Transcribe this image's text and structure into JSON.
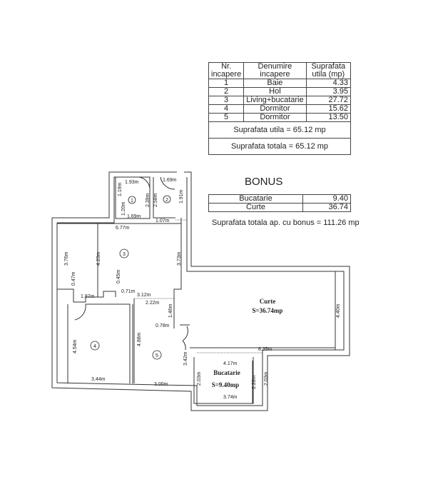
{
  "table": {
    "headers": [
      "Nr. incapere",
      "Denumire incapere",
      "Suprafata utila (mp)"
    ],
    "rows": [
      {
        "nr": "1",
        "name": "Baie",
        "area": "4.33"
      },
      {
        "nr": "2",
        "name": "Hol",
        "area": "3.95"
      },
      {
        "nr": "3",
        "name": "Living+bucatarie",
        "area": "27.72"
      },
      {
        "nr": "4",
        "name": "Dormitor",
        "area": "15.62"
      },
      {
        "nr": "5",
        "name": "Dormitor",
        "area": "13.50"
      }
    ],
    "useful_total": "Suprafata utila = 65.12 mp",
    "total": "Suprafata totala = 65.12 mp"
  },
  "bonus": {
    "title": "BONUS",
    "rows": [
      {
        "name": "Bucatarie",
        "area": "9.40"
      },
      {
        "name": "Curte",
        "area": "36.74"
      }
    ],
    "total": "Suprafata totala ap. cu bonus = 111.26 mp"
  },
  "plan": {
    "rooms": {
      "r1": "1",
      "r2": "2",
      "r3": "3",
      "r4": "4",
      "r5": "5"
    },
    "curte": {
      "name": "Curte",
      "area": "S=36.74mp"
    },
    "bucatarie": {
      "name": "Bucatarie",
      "area": "S=9.40mp"
    },
    "dims": {
      "d1": "1.93m",
      "d2": "1.19m",
      "d3": "1.20m",
      "d4": "1.69m",
      "d5": "2.39m",
      "d6": "2.58m",
      "d7": "1.69m",
      "d8": "1.91m",
      "d9": "1.07m",
      "d10": "6.77m",
      "d11": "3.76m",
      "d12": "4.23m",
      "d13": "3.73m",
      "d14": "0.47m",
      "d15": "0.45m",
      "d16": "1.87m",
      "d17": "0.71m",
      "d18": "3.12m",
      "d19": "2.22m",
      "d20": "1.46m",
      "d21": "0.78m",
      "d22": "4.54m",
      "d23": "4.88m",
      "d24": "3.44m",
      "d25": "3.00m",
      "d26": "3.42m",
      "d27": "4.40m",
      "d28": "8.35m",
      "d29": "4.17m",
      "d30": "2.03m",
      "d31": "2.28m",
      "d32": "2.03m",
      "d33": "3.74m"
    }
  }
}
